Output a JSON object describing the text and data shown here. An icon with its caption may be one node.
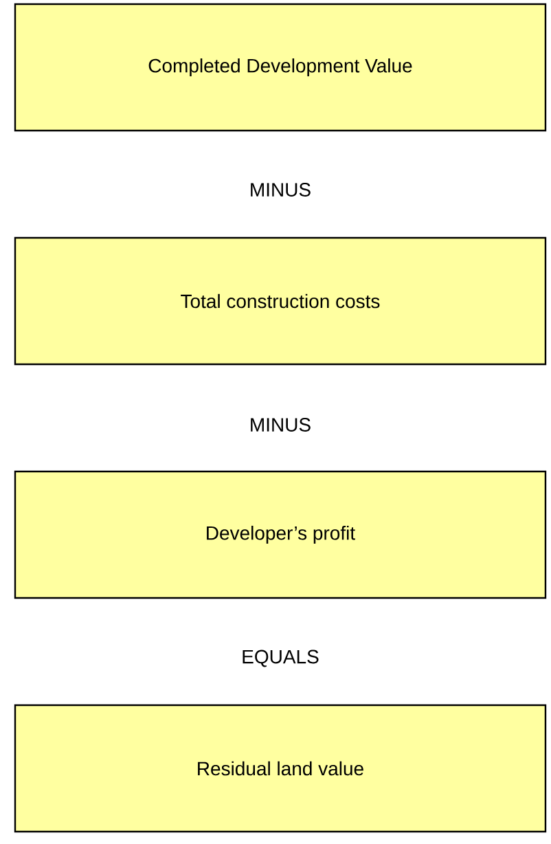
{
  "diagram": {
    "nodes": [
      {
        "text": [
          "Completed Development Value"
        ]
      },
      {
        "text": [
          "Total construction costs"
        ]
      },
      {
        "text": [
          "Developer’s profit"
        ]
      },
      {
        "text": [
          "Residual land value"
        ]
      }
    ],
    "labels": [
      "MINUS",
      "MINUS",
      "EQUALS"
    ]
  }
}
